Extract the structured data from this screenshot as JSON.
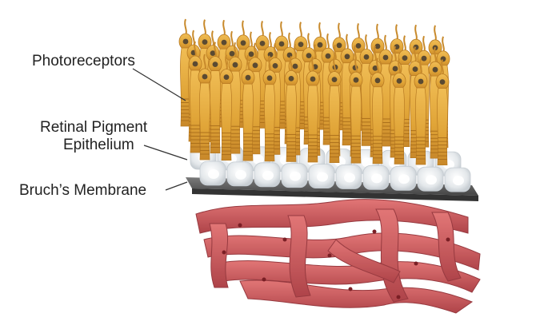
{
  "labels": {
    "photoreceptors": "Photoreceptors",
    "rpe_line1": "Retinal Pigment",
    "rpe_line2": "Epithelium",
    "bruchs": "Bruch’s Membrane"
  },
  "colors": {
    "photoreceptor": "#e0a437",
    "photoreceptor_dark": "#b97a1f",
    "nucleus": "#5a4a32",
    "rpe_cell": "#eef1f3",
    "membrane": "#5c5c5c",
    "vessel": "#c94a4d",
    "vessel_dark": "#9a2c32",
    "leader_line": "#333333"
  }
}
